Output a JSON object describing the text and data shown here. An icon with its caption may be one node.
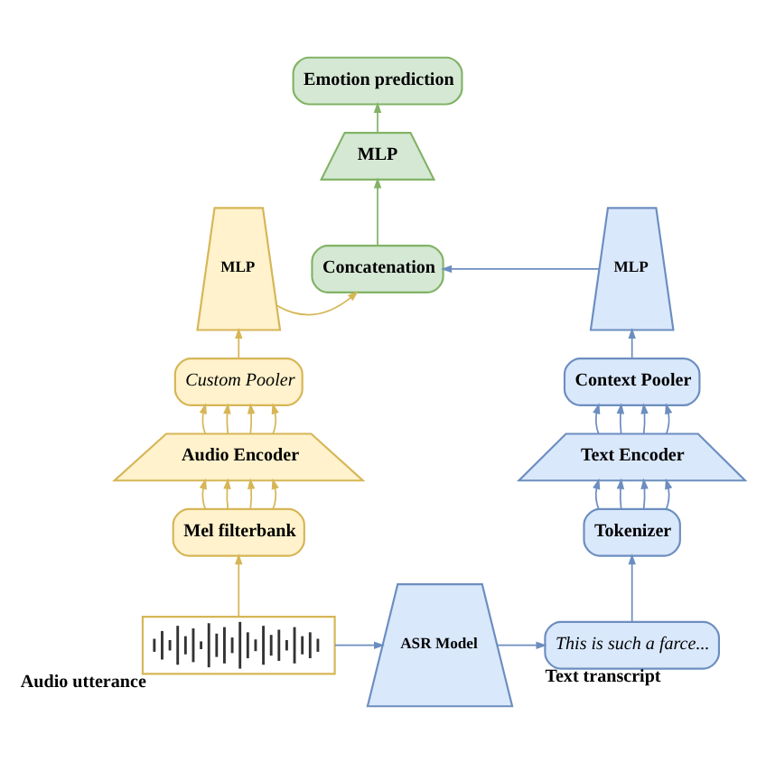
{
  "diagram": {
    "nodes": [
      {
        "text": [
          "Emotion prediction"
        ]
      },
      {
        "text": [
          "MLP"
        ]
      },
      {
        "text": [
          "Concatenation"
        ]
      },
      {
        "text": [
          "MLP"
        ]
      },
      {
        "text": [
          "MLP"
        ]
      },
      {
        "text": [
          "Custom Pooler"
        ]
      },
      {
        "text": [
          "Context Pooler"
        ]
      },
      {
        "text": [
          "Audio Encoder"
        ]
      },
      {
        "text": [
          "Text Encoder"
        ]
      },
      {
        "text": [
          "Mel filterbank"
        ]
      },
      {
        "text": [
          "Tokenizer"
        ]
      },
      {
        "text": [],
        "shape": "picture",
        "beside": [
          "Audio utterance"
        ]
      },
      {
        "text": [
          "ASR Model"
        ]
      },
      {
        "text": [
          "This is such a farce..."
        ],
        "beside": [
          "Text transcript"
        ]
      }
    ],
    "edges": [
      {
        "from": 11,
        "to": 9,
        "arrow": "to",
        "color": "#d6b656"
      },
      {
        "from": 9,
        "to": 7,
        "arrow": "to",
        "color": "#d6b656"
      },
      {
        "from": 9,
        "to": 7,
        "arrow": "to",
        "color": "#d6b656"
      },
      {
        "from": 9,
        "to": 7,
        "arrow": "to",
        "color": "#d6b656"
      },
      {
        "from": 9,
        "to": 7,
        "arrow": "to",
        "color": "#d6b656"
      },
      {
        "from": 7,
        "to": 5,
        "arrow": "to",
        "color": "#d6b656"
      },
      {
        "from": 7,
        "to": 5,
        "arrow": "to",
        "color": "#d6b656"
      },
      {
        "from": 7,
        "to": 5,
        "arrow": "to",
        "color": "#d6b656"
      },
      {
        "from": 7,
        "to": 5,
        "arrow": "to",
        "color": "#d6b656"
      },
      {
        "from": 5,
        "to": 3,
        "arrow": "to",
        "color": "#d6b656"
      },
      {
        "from": 3,
        "to": 2,
        "arrow": "to",
        "color": "#d6b656"
      },
      {
        "from": 11,
        "to": 12,
        "arrow": "to"
      },
      {
        "from": 12,
        "to": 13,
        "arrow": "to"
      },
      {
        "from": 13,
        "to": 10,
        "arrow": "to"
      },
      {
        "from": 10,
        "to": 8,
        "arrow": "to"
      },
      {
        "from": 10,
        "to": 8,
        "arrow": "to"
      },
      {
        "from": 10,
        "to": 8,
        "arrow": "to"
      },
      {
        "from": 10,
        "to": 8,
        "arrow": "to"
      },
      {
        "from": 8,
        "to": 6,
        "arrow": "to"
      },
      {
        "from": 8,
        "to": 6,
        "arrow": "to"
      },
      {
        "from": 8,
        "to": 6,
        "arrow": "to"
      },
      {
        "from": 8,
        "to": 6,
        "arrow": "to"
      },
      {
        "from": 6,
        "to": 4,
        "arrow": "to"
      },
      {
        "from": 4,
        "to": 2,
        "arrow": "to"
      },
      {
        "from": 2,
        "to": 1,
        "arrow": "to",
        "color": "#82b366"
      },
      {
        "from": 1,
        "to": 0,
        "arrow": "to",
        "color": "#82b366"
      }
    ]
  }
}
